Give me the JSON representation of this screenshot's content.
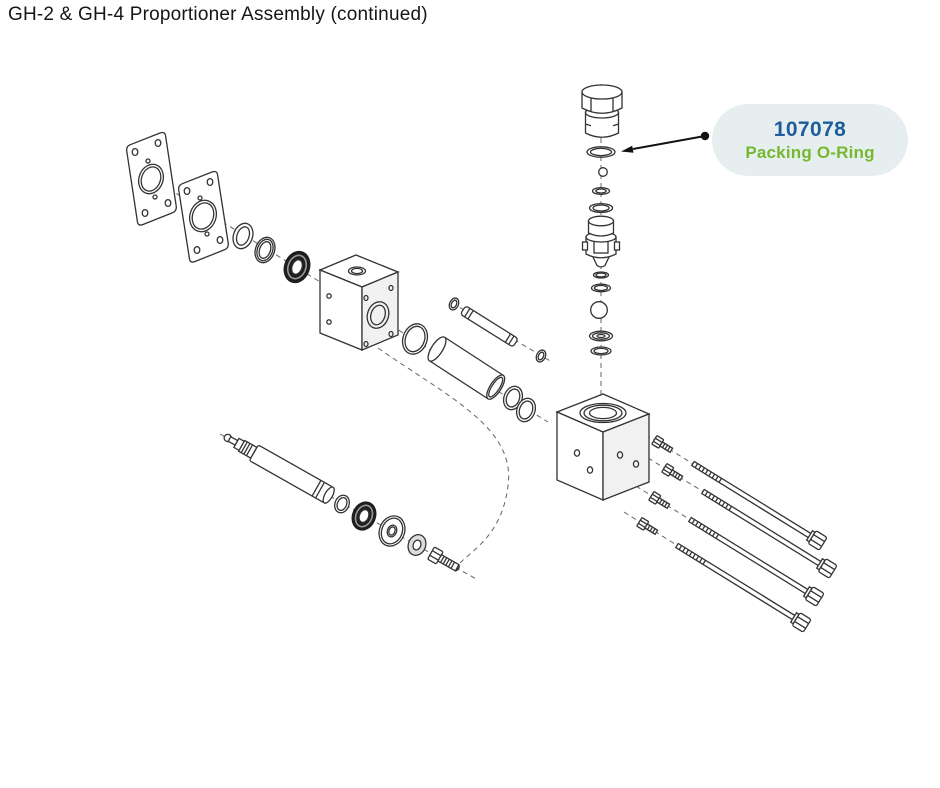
{
  "page": {
    "title": "GH-2 & GH-4 Proportioner Assembly (continued)"
  },
  "callout": {
    "part_number": "107078",
    "part_name": "Packing O-Ring"
  },
  "colors": {
    "callout_background": "#e7eef0",
    "callout_part_number": "#1e5c9b",
    "callout_part_name": "#76b82f",
    "diagram_ink": "#333333",
    "diagram_shade": "#f1f1f1",
    "diagram_dark": "#1e1e1e",
    "arrow": "#111111"
  }
}
